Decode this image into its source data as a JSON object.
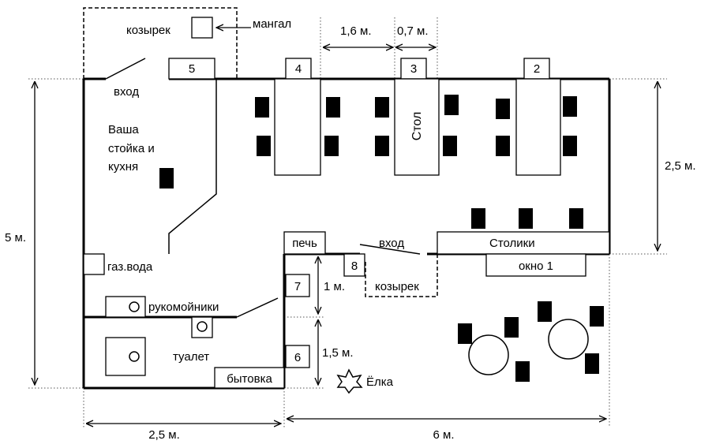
{
  "labels": {
    "canopy_top": "козырек",
    "grill": "мангал",
    "entrance_top": "вход",
    "counter_kitchen_line1": "Ваша",
    "counter_kitchen_line2": "стойка  и",
    "counter_kitchen_line3": "кухня",
    "table_vertical": "Стол",
    "tables": "Столики",
    "window": "окно 1",
    "stove": "печь",
    "entrance_mid": "вход",
    "canopy_mid": "козырек",
    "gas_water": "газ.вода",
    "sinks": "рукомойники",
    "toilet": "туалет",
    "utility_room": "бытовка",
    "christmas_tree": "Ёлка"
  },
  "numbers": {
    "n5": "5",
    "n4": "4",
    "n3": "3",
    "n2": "2",
    "n8": "8",
    "n7": "7",
    "n6": "6"
  },
  "dimensions": {
    "gap_1_6": "1,6 м.",
    "gap_0_7": "0,7 м.",
    "height_2_5": "2,5 м.",
    "height_5": "5 м.",
    "height_1": "1 м.",
    "height_1_5": "1,5 м.",
    "width_2_5": "2,5 м.",
    "width_6": "6 м."
  }
}
